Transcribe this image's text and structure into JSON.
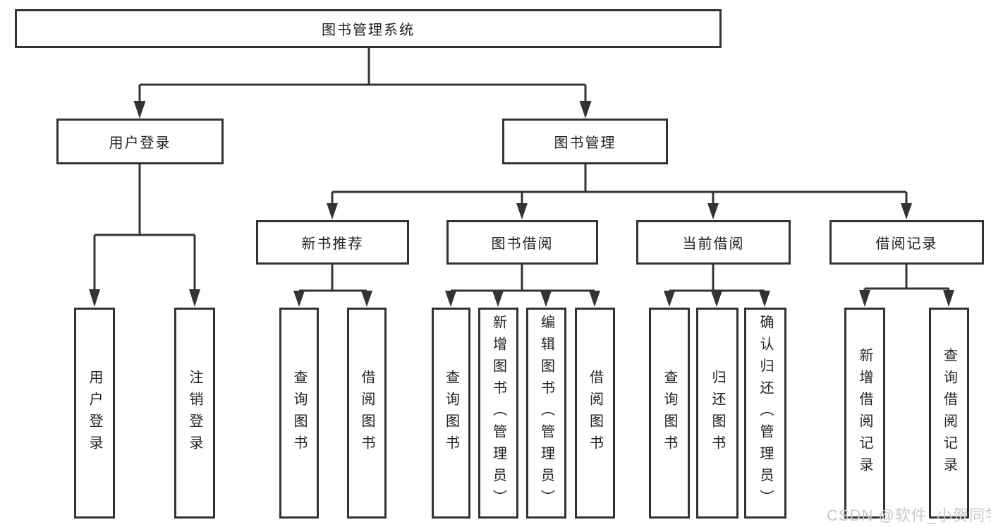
{
  "diagram": {
    "root": {
      "label": "图书管理系统",
      "children": [
        {
          "label": "用户登录",
          "children": [
            {
              "label": "用户登录"
            },
            {
              "label": "注销登录"
            }
          ]
        },
        {
          "label": "图书管理",
          "children": [
            {
              "label": "新书推荐",
              "children": [
                {
                  "label": "查询图书"
                },
                {
                  "label": "借阅图书"
                }
              ]
            },
            {
              "label": "图书借阅",
              "children": [
                {
                  "label": "查询图书"
                },
                {
                  "label": "新增图书（管理员）"
                },
                {
                  "label": "编辑图书（管理员）"
                },
                {
                  "label": "借阅图书"
                }
              ]
            },
            {
              "label": "当前借阅",
              "children": [
                {
                  "label": "查询图书"
                },
                {
                  "label": "归还图书"
                },
                {
                  "label": "确认归还（管理员）"
                }
              ]
            },
            {
              "label": "借阅记录",
              "children": [
                {
                  "label": "新增借阅记录"
                },
                {
                  "label": "查询借阅记录"
                }
              ]
            }
          ]
        }
      ]
    },
    "watermark": "CSDN @软件_小贺同学",
    "colors": {
      "line": "#333333",
      "box_border": "#333333",
      "box_fill": "#ffffff",
      "text": "#222222",
      "watermark": "#c9c9c9",
      "background": "#ffffff"
    }
  }
}
